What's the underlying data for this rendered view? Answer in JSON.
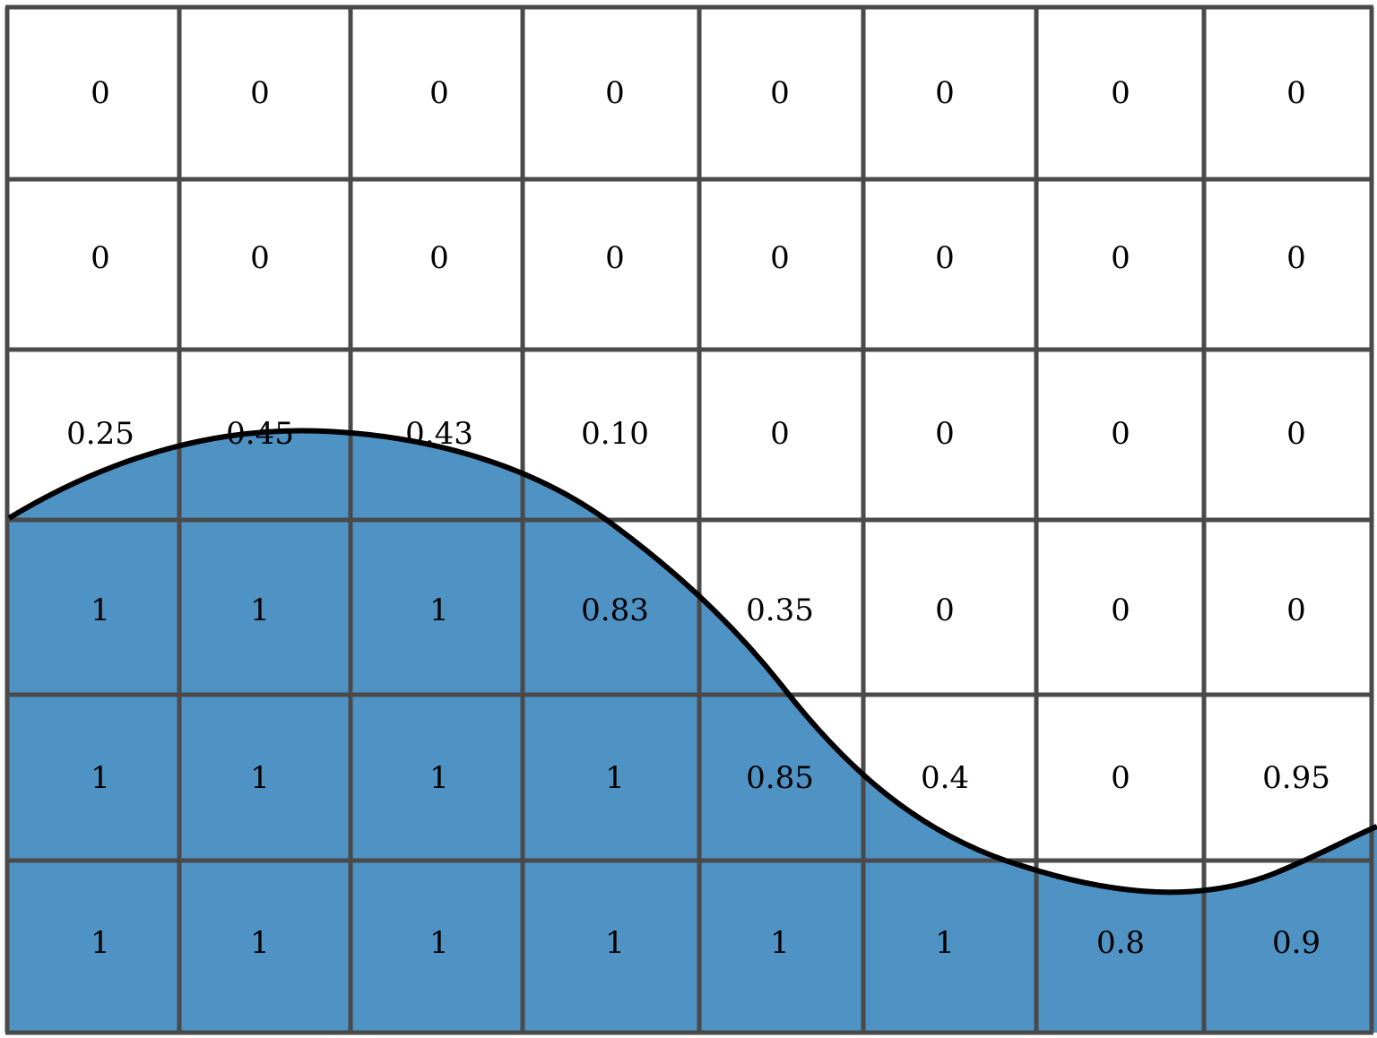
{
  "colors": {
    "fluid": "#4f92c4",
    "grid_line": "#4a4a4a",
    "interface": "#000000",
    "background": "#ffffff"
  },
  "grid": {
    "rows": [
      [
        "0",
        "0",
        "0",
        "0",
        "0",
        "0",
        "0",
        "0"
      ],
      [
        "0",
        "0",
        "0",
        "0",
        "0",
        "0",
        "0",
        "0"
      ],
      [
        "0.25",
        "0.45",
        "0.43",
        "0.10",
        "0",
        "0",
        "0",
        "0"
      ],
      [
        "1",
        "1",
        "1",
        "0.83",
        "0.35",
        "0",
        "0",
        "0"
      ],
      [
        "1",
        "1",
        "1",
        "1",
        "0.85",
        "0.4",
        "0",
        "0.95"
      ],
      [
        "1",
        "1",
        "1",
        "1",
        "1",
        "1",
        "0.8",
        "0.9"
      ]
    ]
  }
}
